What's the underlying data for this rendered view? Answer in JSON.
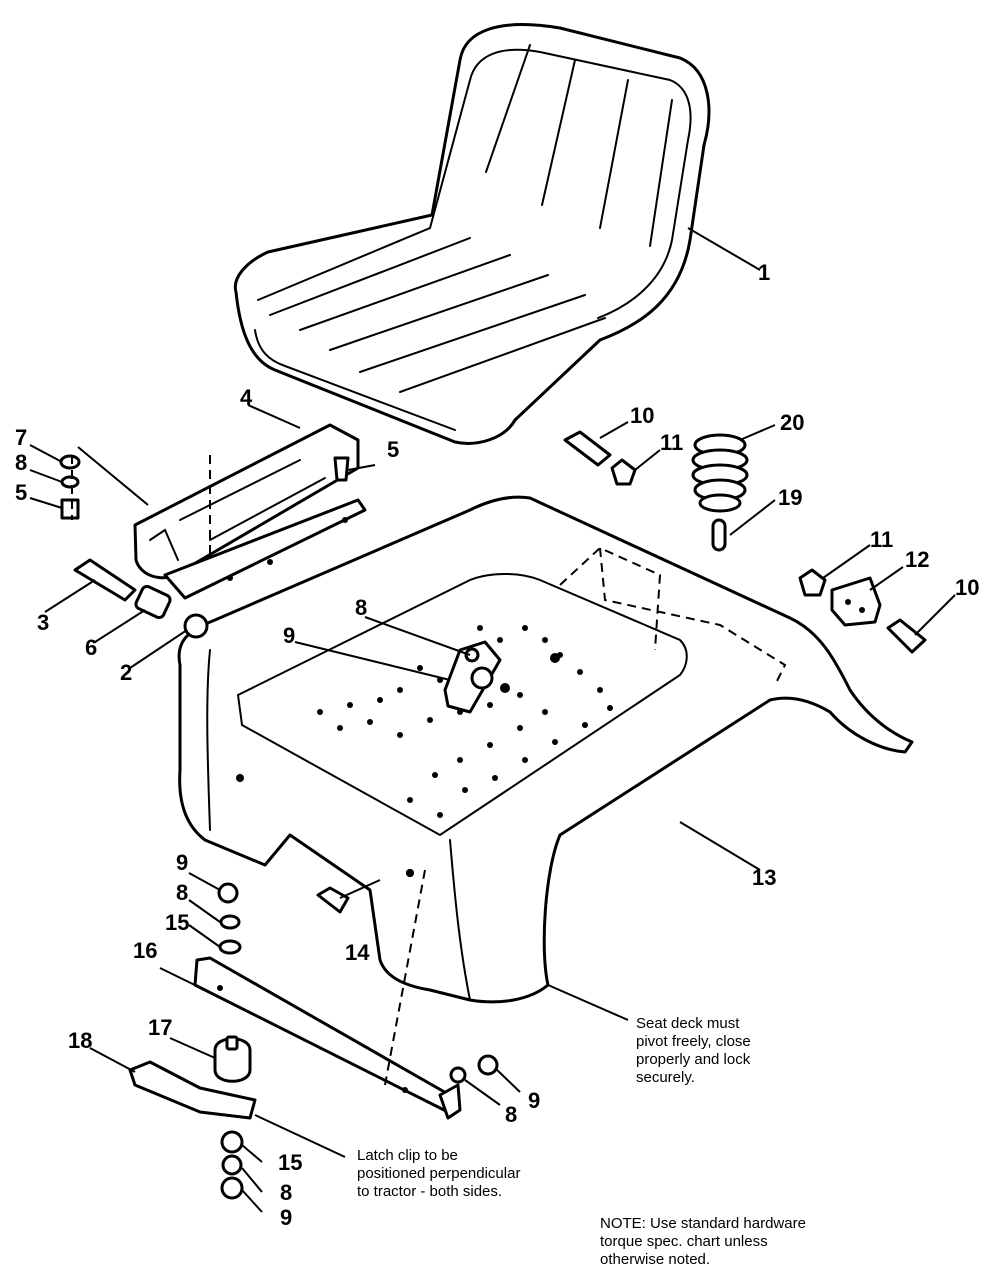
{
  "callouts": [
    {
      "id": "c1",
      "label": "1"
    },
    {
      "id": "c2",
      "label": "2"
    },
    {
      "id": "c3",
      "label": "3"
    },
    {
      "id": "c4",
      "label": "4"
    },
    {
      "id": "c5a",
      "label": "5"
    },
    {
      "id": "c5b",
      "label": "5"
    },
    {
      "id": "c6",
      "label": "6"
    },
    {
      "id": "c7",
      "label": "7"
    },
    {
      "id": "c8a",
      "label": "8"
    },
    {
      "id": "c8b",
      "label": "8"
    },
    {
      "id": "c8c",
      "label": "8"
    },
    {
      "id": "c8d",
      "label": "8"
    },
    {
      "id": "c8e",
      "label": "8"
    },
    {
      "id": "c9a",
      "label": "9"
    },
    {
      "id": "c9b",
      "label": "9"
    },
    {
      "id": "c9c",
      "label": "9"
    },
    {
      "id": "c9d",
      "label": "9"
    },
    {
      "id": "c10a",
      "label": "10"
    },
    {
      "id": "c10b",
      "label": "10"
    },
    {
      "id": "c11a",
      "label": "11"
    },
    {
      "id": "c11b",
      "label": "11"
    },
    {
      "id": "c12",
      "label": "12"
    },
    {
      "id": "c13",
      "label": "13"
    },
    {
      "id": "c14",
      "label": "14"
    },
    {
      "id": "c15a",
      "label": "15"
    },
    {
      "id": "c15b",
      "label": "15"
    },
    {
      "id": "c16",
      "label": "16"
    },
    {
      "id": "c17",
      "label": "17"
    },
    {
      "id": "c18",
      "label": "18"
    },
    {
      "id": "c19",
      "label": "19"
    },
    {
      "id": "c20",
      "label": "20"
    }
  ],
  "annotations": {
    "seat_deck": [
      "Seat deck must",
      "pivot freely, close",
      "properly and lock",
      "securely."
    ],
    "latch_clip": [
      "Latch clip to be",
      "positioned perpendicular",
      "to tractor - both sides."
    ],
    "note": [
      "NOTE: Use standard hardware",
      "torque spec. chart unless",
      "otherwise noted."
    ]
  }
}
